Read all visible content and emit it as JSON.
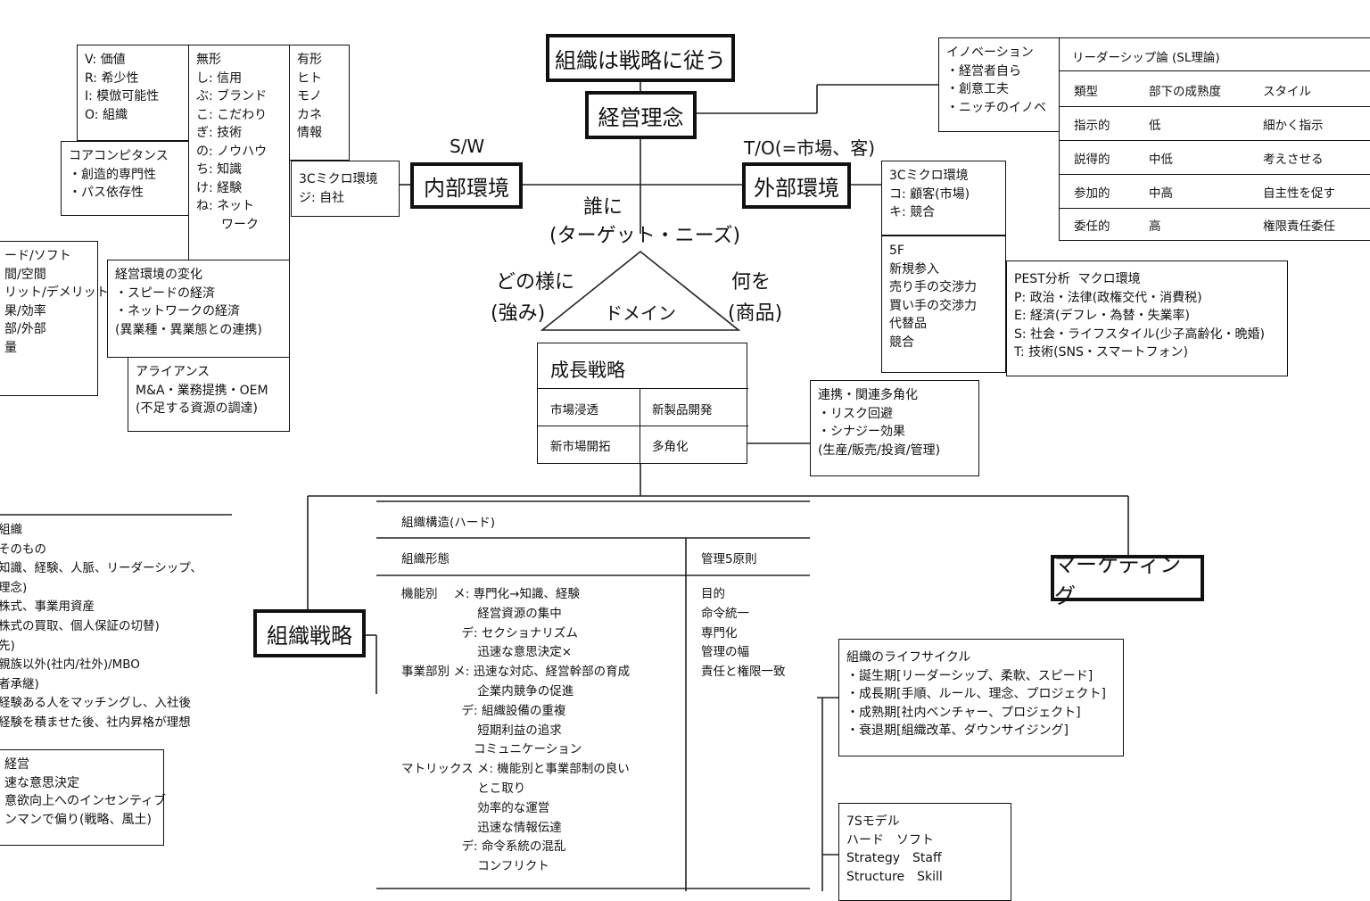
{
  "center": {
    "title": "組織は戦略に従う",
    "philosophy": "経営理念",
    "who": "誰に",
    "who_sub": "(ターゲット・ニーズ)",
    "how": "どの様に",
    "how_sub": "(強み)",
    "what": "何を",
    "what_sub": "(商品)",
    "domain": "ドメイン"
  },
  "internal": {
    "label": "内部環境",
    "tag": "S/W",
    "vrio": "V: 価値\nR: 希少性\nI: 模倣可能性\nO: 組織",
    "intangible": "無形\nし: 信用\nぶ: ブランド\nこ: こだわり\nぎ: 技術\nの: ノウハウ\nち: 知識\nけ: 経験\nね: ネット\n　　ワーク",
    "tangible": "有形\nヒト\nモノ\nカネ\n情報",
    "micro": "3Cミクロ環境\nジ: 自社",
    "core": "コアコンピタンス\n・創造的専門性\n・パス依存性",
    "change": "経営環境の変化\n・スピードの経済\n・ネットワークの経済\n(異業種・異業態との連携)",
    "alliance": "アライアンス\nM&A・業務提携・OEM\n(不足する資源の調達)",
    "left_partial": "ード/ソフト\n間/空間\nリット/デメリット\n果/効率\n部/外部\n量"
  },
  "external": {
    "label": "外部環境",
    "tag": "T/O(=市場、客)",
    "micro": "3Cミクロ環境\nコ: 顧客(市場)\nキ: 競合",
    "five_forces": "5F\n新規参入\n売り手の交渉力\n買い手の交渉力\n代替品\n競合",
    "pest": "PEST分析  マクロ環境\nP: 政治・法律(政権交代・消費税)\nE: 経済(デフレ・為替・失業率)\nS: 社会・ライフスタイル(少子高齢化・晩婚)\nT: 技術(SNS・スマートフォン)",
    "innovation": "イノベーション\n・経営者自ら\n・創意工夫\n・ニッチのイノベ"
  },
  "leadership": {
    "title": "リーダーシップ論 (SL理論)",
    "headers": [
      "類型",
      "部下の成熟度",
      "スタイル"
    ],
    "rows": [
      [
        "指示的",
        "低",
        "細かく指示"
      ],
      [
        "説得的",
        "中低",
        "考えさせる"
      ],
      [
        "参加的",
        "中高",
        "自主性を促す"
      ],
      [
        "委任的",
        "高",
        "権限責任委任"
      ]
    ]
  },
  "growth": {
    "title": "成長戦略",
    "cells": [
      "市場浸透",
      "新製品開発",
      "新市場開拓",
      "多角化"
    ],
    "diversify": "連携・関連多角化\n・リスク回避\n・シナジー効果\n(生産/販売/投資/管理)"
  },
  "org": {
    "label": "組織戦略",
    "structure": "組織構造(ハード)",
    "forms": "組織形態",
    "principles_title": "管理5原則",
    "forms_body": "機能別　 メ: 専門化→知識、経験\n　　　　　　 経営資源の集中\n　　　　　デ: セクショナリズム\n　　　　　　 迅速な意思決定×\n事業部別 メ: 迅速な対応、経営幹部の育成\n　　　　　　 企業内競争の促進\n　　　　　デ: 組織設備の重複\n　　　　　　 短期利益の追求\n　　　　　　コミュニケーション\nマトリックス メ: 機能別と事業部制の良い\n　　　　　　 とこ取り\n　　　　　　 効率的な運営\n　　　　　　 迅速な情報伝達\n　　　　　デ: 命令系統の混乱\n　　　　　　 コンフリクト",
    "principles": "目的\n命令統一\n専門化\n管理の幅\n責任と権限一致",
    "lifecycle": "組織のライフサイクル\n・誕生期[リーダーシップ、柔軟、スピード]\n・成長期[手順、ルール、理念、プロジェクト]\n・成熟期[社内ベンチャー、プロジェクト]\n・衰退期[組織改革、ダウンサイジング]",
    "seven_s": "7Sモデル\nハード　ソフト\nStrategy　Staff\nStructure　Skill",
    "left_partial_a": "組織\nそのもの\n知識、経験、人脈、リーダーシップ、\n理念)\n株式、事業用資産\n株式の買取、個人保証の切替)\n先)\n親族以外(社内/社外)/MBO\n者承継)\n経験ある人をマッチングし、入社後\n経験を積ませた後、社内昇格が理想",
    "left_partial_b": "経営\n速な意思決定\n意欲向上へのインセンティブ\nンマンで偏り(戦略、風土)"
  },
  "marketing": {
    "label": "マーケティング"
  }
}
